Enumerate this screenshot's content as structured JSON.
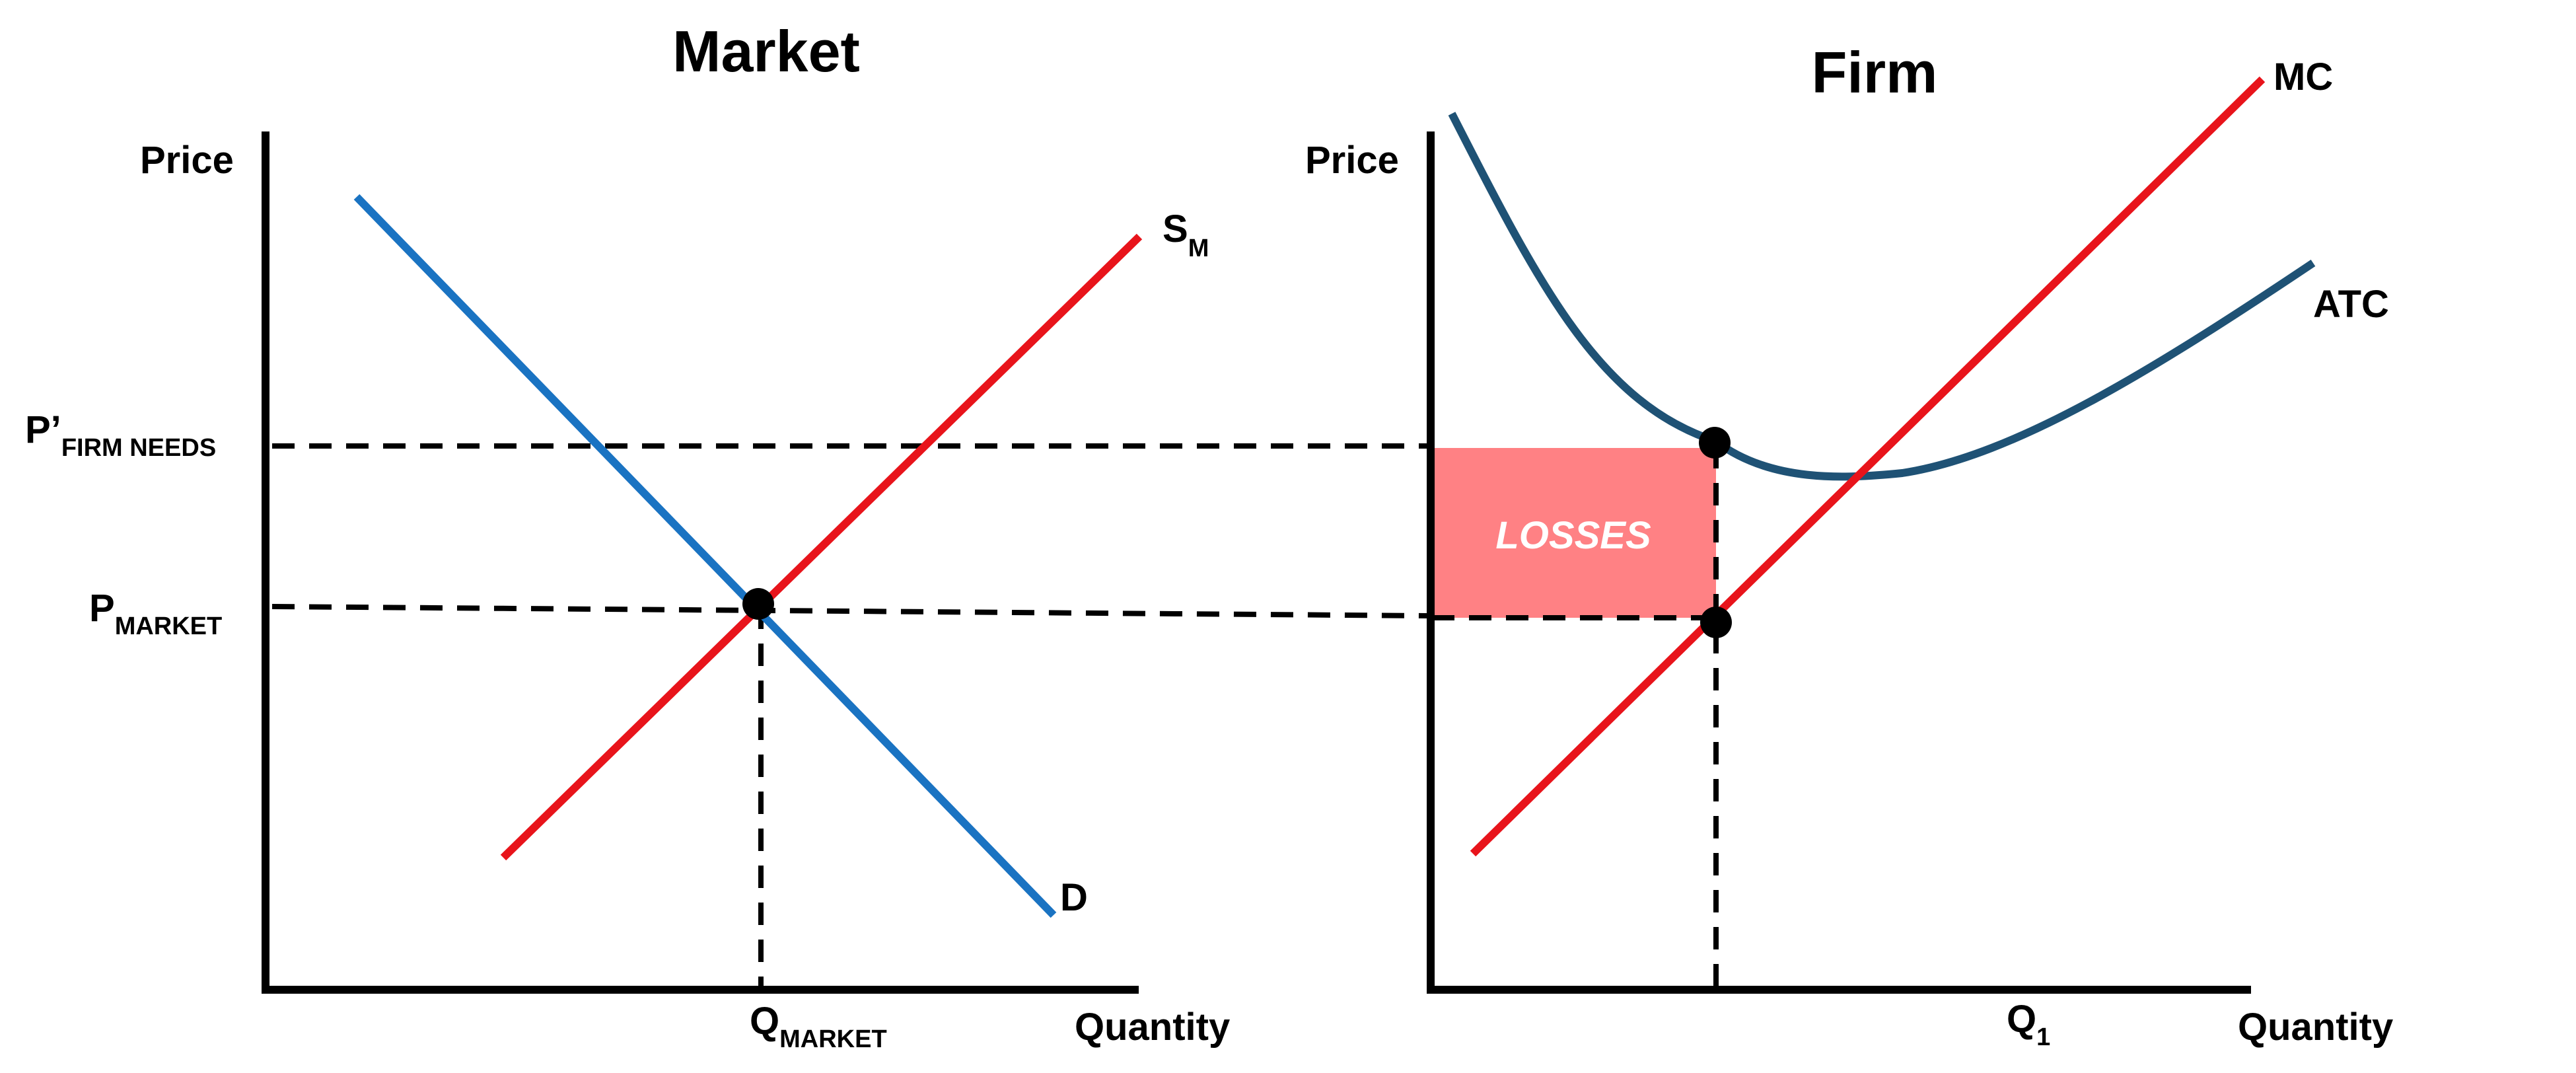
{
  "market": {
    "title": "Market",
    "y_axis_label": "Price",
    "x_axis_label": "Quantity",
    "supply_label": {
      "main": "S",
      "sub": "M"
    },
    "demand_label": "D",
    "price_needed_label": {
      "main": "P’",
      "sub": "FIRM NEEDS"
    },
    "market_price_label": {
      "main": "P",
      "sub": "MARKET"
    },
    "quantity_label": {
      "main": "Q",
      "sub": "MARKET"
    }
  },
  "firm": {
    "title": "Firm",
    "y_axis_label": "Price",
    "x_axis_label": "Quantity",
    "mc_label": "MC",
    "atc_label": "ATC",
    "losses_label": "LOSSES",
    "quantity_label": {
      "main": "Q",
      "sub": "1"
    }
  },
  "colors": {
    "supply": "#e8141b",
    "demand": "#1a73c2",
    "mc": "#e8141b",
    "atc": "#1f5275",
    "losses_fill": "#ff6f73",
    "axes": "#000000"
  }
}
